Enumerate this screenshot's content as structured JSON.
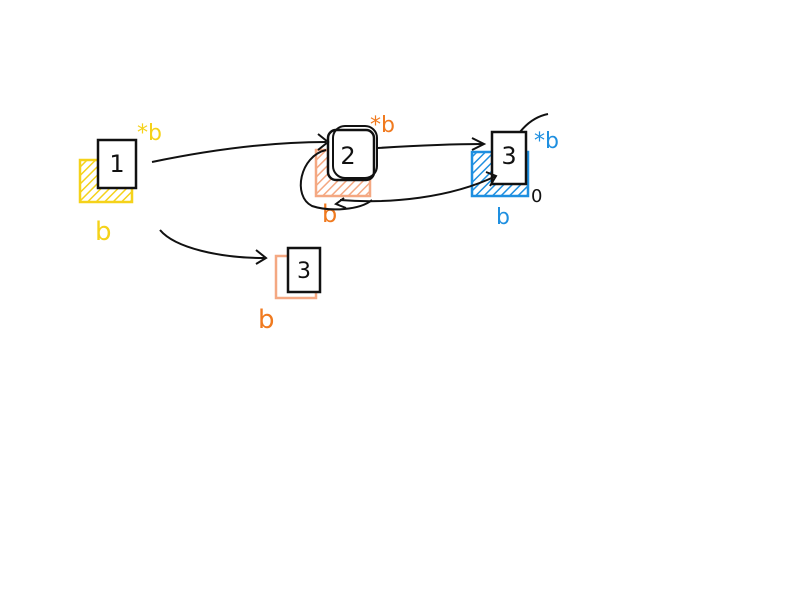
{
  "colors": {
    "ink": "#111111",
    "yellow": "#f5d21a",
    "orange": "#f07a1f",
    "peach": "#f4a882",
    "blue": "#1e8fe0"
  },
  "nodes": [
    {
      "id": "n1",
      "label": "1",
      "shadow": "yellow",
      "mark_primary": "b",
      "mark_secondary": "*b"
    },
    {
      "id": "n2",
      "label": "2",
      "shadow": "orange",
      "mark_primary": "b",
      "mark_secondary": "*b"
    },
    {
      "id": "n3a",
      "label": "3",
      "shadow": "blue",
      "mark_primary": "b",
      "mark_secondary": "*b",
      "mark_extra": "0"
    },
    {
      "id": "n3b",
      "label": "3",
      "shadow": "peach",
      "mark_primary": "b"
    }
  ]
}
